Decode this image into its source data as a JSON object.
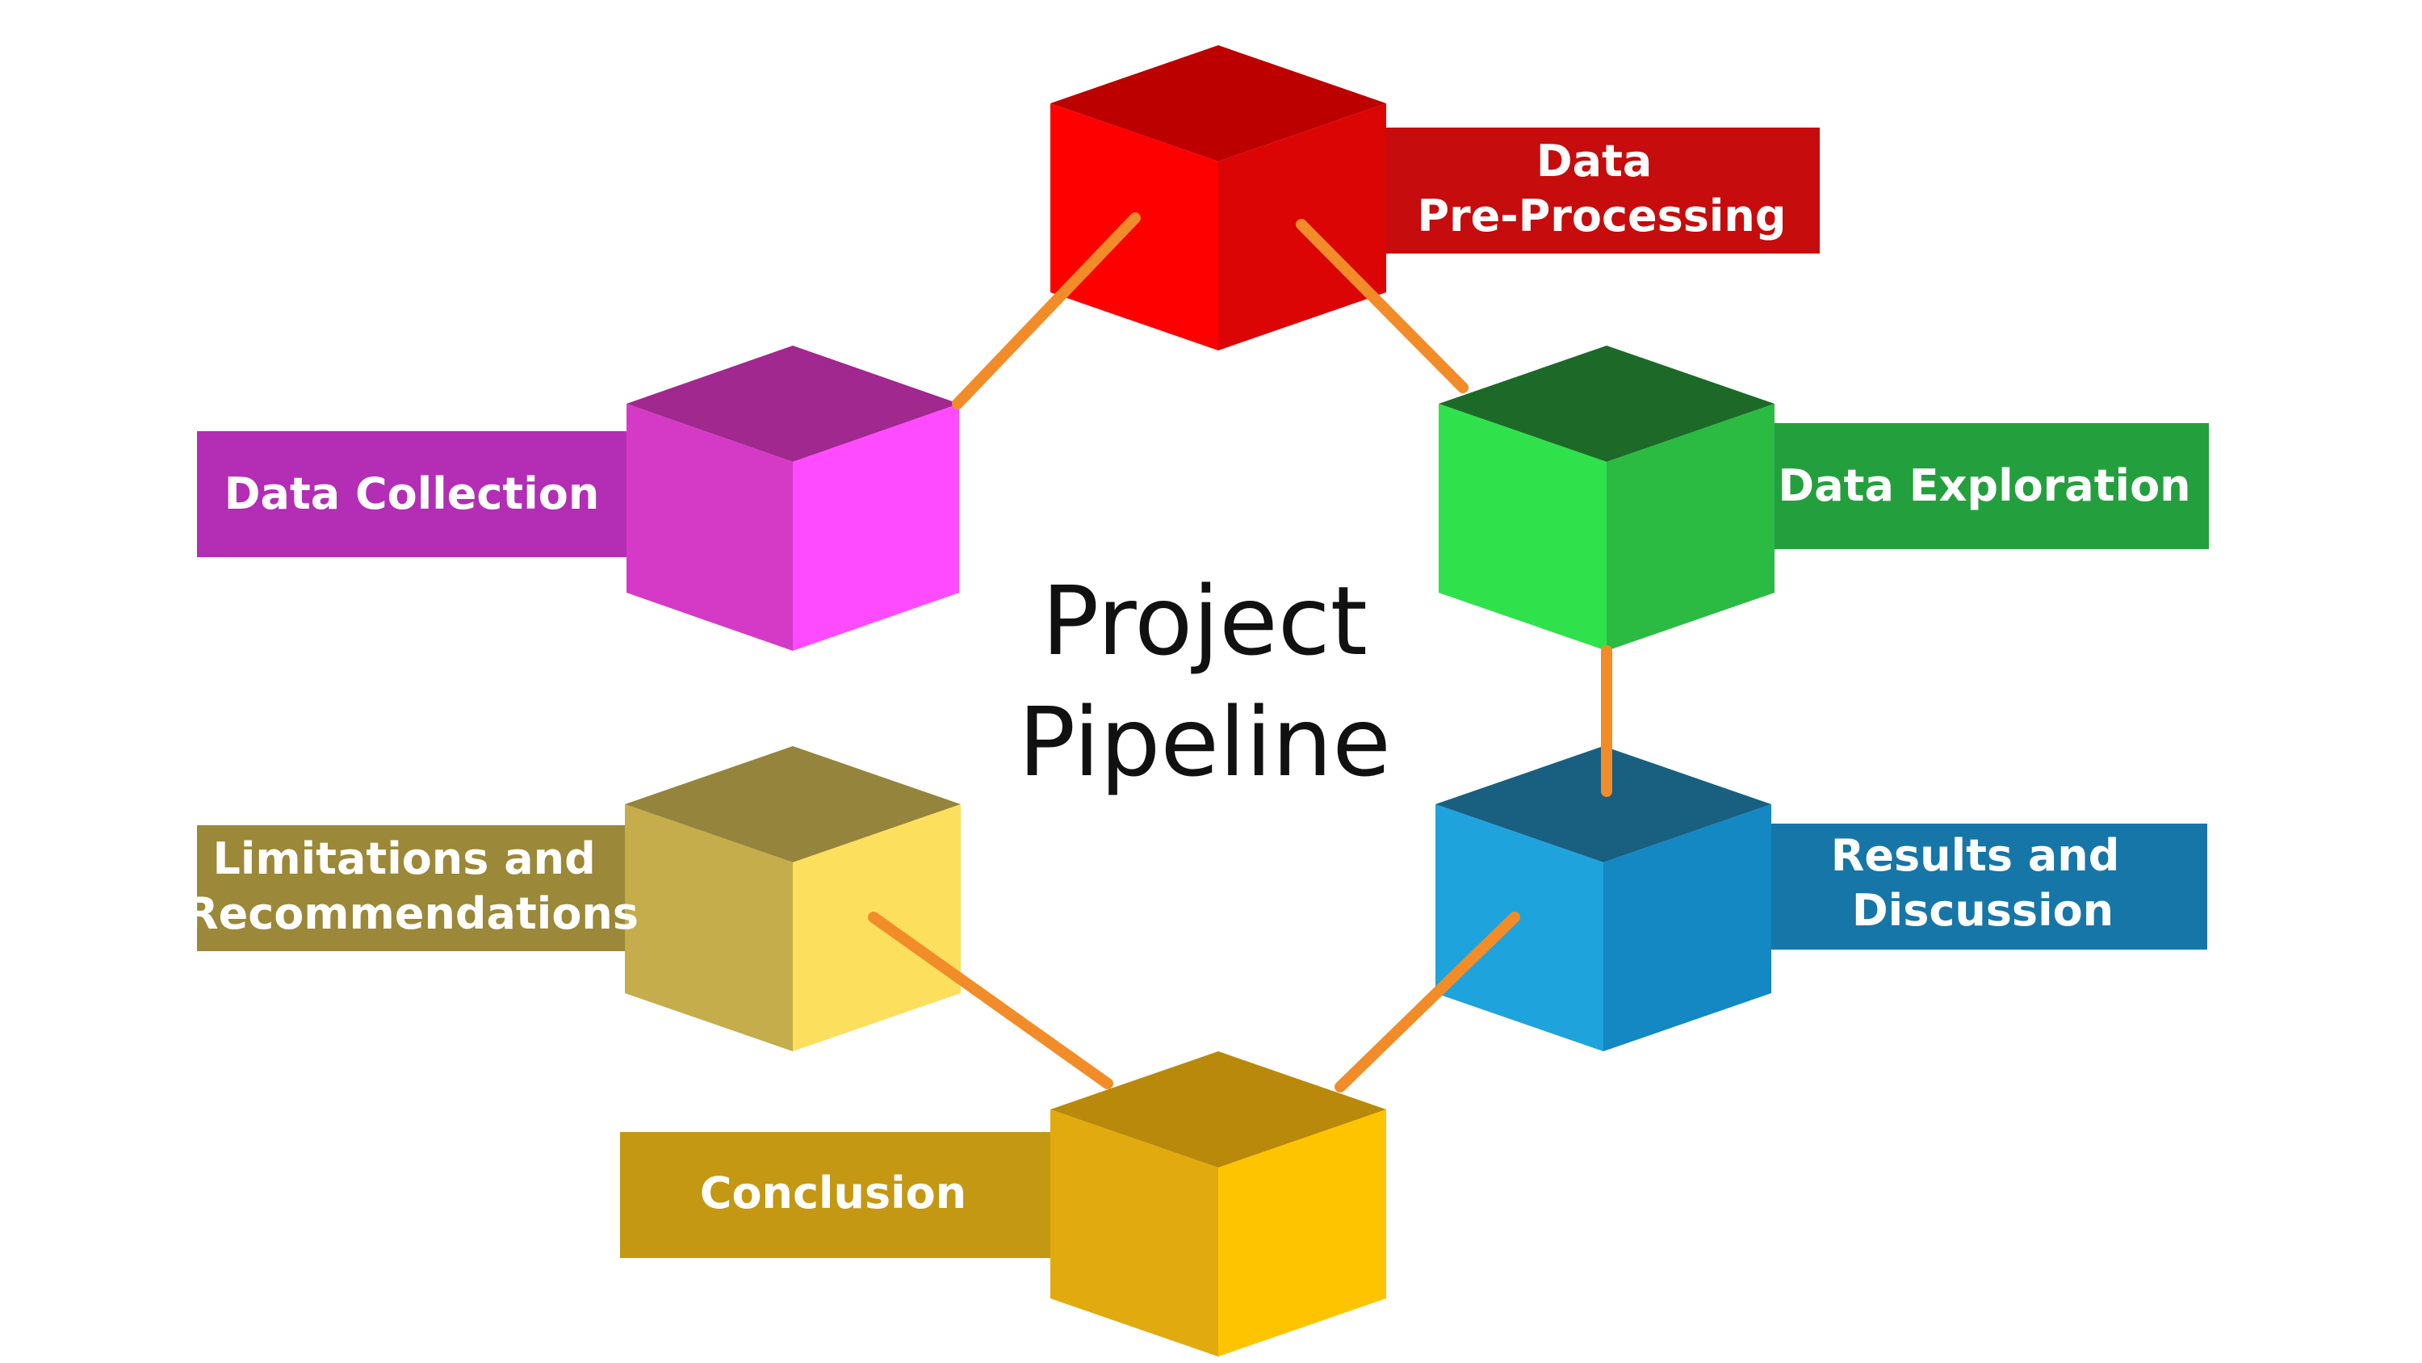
{
  "title": {
    "line1": "Project",
    "line2": "Pipeline"
  },
  "connector_color": "#F28C28",
  "stages": [
    {
      "key": "data_collection",
      "label_lines": [
        "Data Collection"
      ],
      "label_color": "#B32DB5",
      "cube_colors": {
        "top": "#A0288E",
        "left": "#D43AC6",
        "right": "#FF4BFF"
      }
    },
    {
      "key": "data_preprocessing",
      "label_lines": [
        "Data",
        "Pre-Processing"
      ],
      "label_color": "#C60C0C",
      "cube_colors": {
        "top": "#BC0000",
        "left": "#FF0000",
        "right": "#DB0505"
      }
    },
    {
      "key": "data_exploration",
      "label_lines": [
        "Data Exploration"
      ],
      "label_color": "#23A03D",
      "cube_colors": {
        "top": "#1D6A28",
        "left": "#2FE24B",
        "right": "#2BBB43"
      }
    },
    {
      "key": "results_discussion",
      "label_lines": [
        "Results and",
        "Discussion"
      ],
      "label_color": "#1676A8",
      "cube_colors": {
        "top": "#185F80",
        "left": "#1FA3DD",
        "right": "#1388C3"
      }
    },
    {
      "key": "conclusion",
      "label_lines": [
        "Conclusion"
      ],
      "label_color": "#C49812",
      "cube_colors": {
        "top": "#B8890A",
        "left": "#E1AA0E",
        "right": "#FFC400"
      }
    },
    {
      "key": "limitations",
      "label_lines": [
        "Limitations and",
        "Recommendations"
      ],
      "label_color": "#9B8838",
      "cube_colors": {
        "top": "#95843C",
        "left": "#C4AD4A",
        "right": "#FDDF5E"
      }
    }
  ]
}
